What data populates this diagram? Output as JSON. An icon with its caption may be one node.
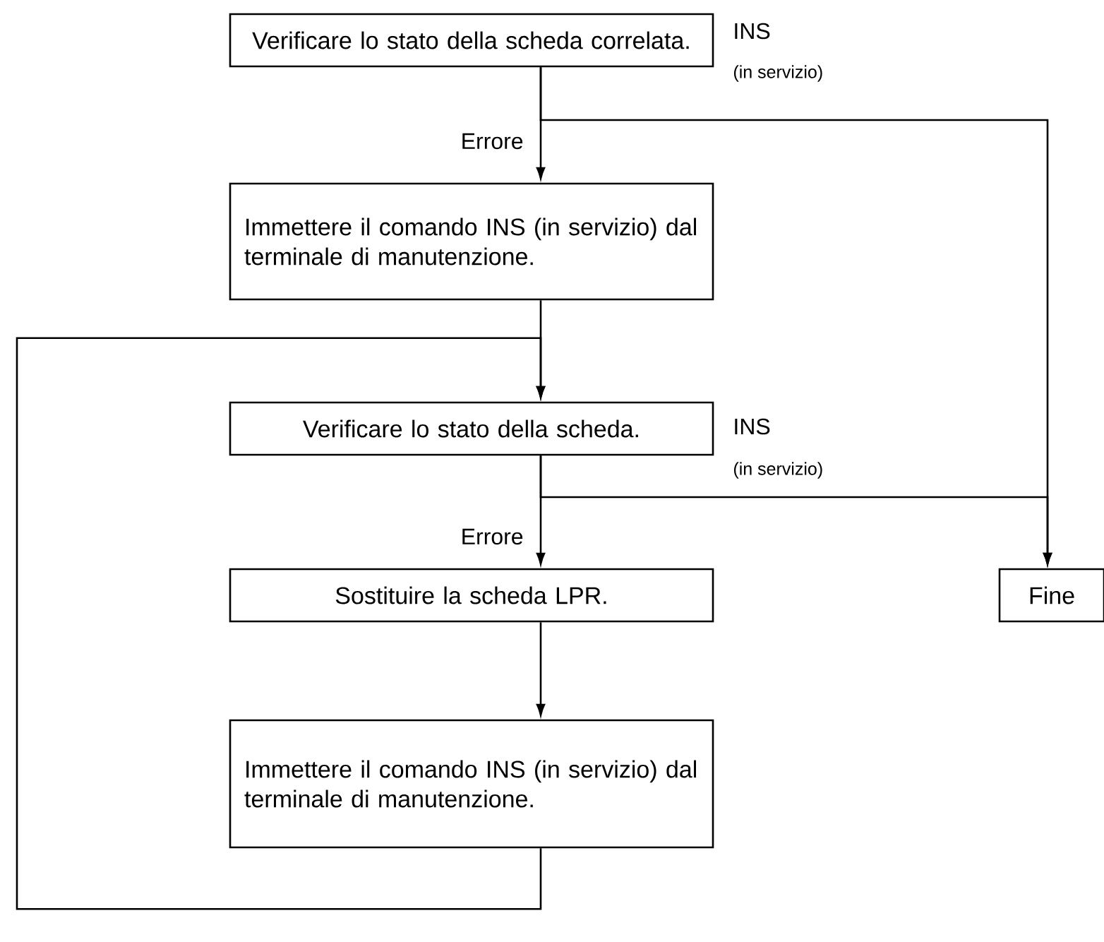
{
  "diagram": {
    "nodes": [
      {
        "text": [
          "Verificare lo stato della scheda correlata."
        ]
      },
      {
        "text": [
          "Immettere il comando INS (in servizio) dal terminale di manutenzione."
        ]
      },
      {
        "text": [
          "Verificare lo stato della scheda."
        ]
      },
      {
        "text": [
          "Sostituire la scheda LPR."
        ]
      },
      {
        "text": [
          "Immettere il comando INS (in servizio) dal terminale di manutenzione."
        ]
      },
      {
        "text": [
          "Fine"
        ]
      }
    ],
    "edges": [
      {
        "from": 0,
        "to": 1,
        "arrow": "to",
        "label": "Errore"
      },
      {
        "from": 0,
        "to": 5,
        "arrow": "to",
        "label": "INS"
      },
      {
        "from": 1,
        "to": 2,
        "arrow": "to"
      },
      {
        "from": 2,
        "to": 5,
        "arrow": "to",
        "label": "INS"
      },
      {
        "from": 2,
        "to": 3,
        "arrow": "to",
        "label": "Errore"
      },
      {
        "from": 3,
        "to": 4,
        "arrow": "to"
      },
      {
        "from": 4,
        "to": 2,
        "arrow": "to"
      }
    ],
    "labels": [
      "(in servizio)",
      "(in servizio)"
    ]
  }
}
